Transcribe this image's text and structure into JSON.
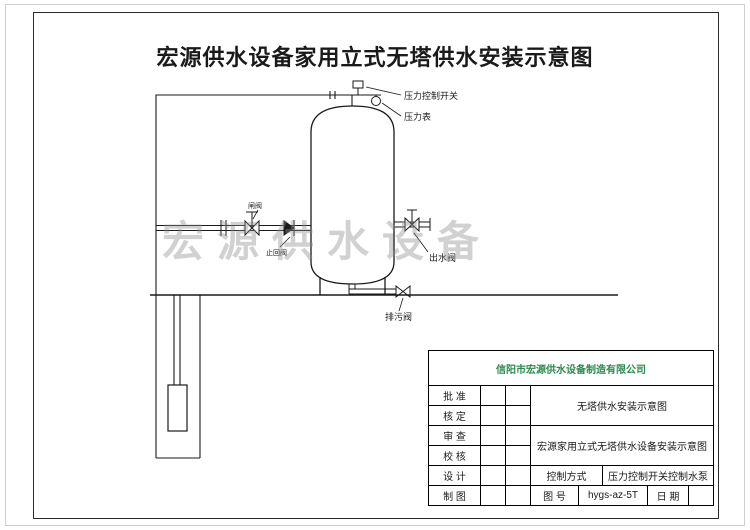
{
  "title": "宏源供水设备家用立式无塔供水安装示意图",
  "watermark": "宏源供水设备",
  "diagram_labels": {
    "pressure_switch": "压力控制开关",
    "pressure_gauge": "压力表",
    "outlet_valve": "出水阀",
    "drain_valve": "排污阀",
    "gate_valve": "闸阀",
    "check_valve": "止回阀"
  },
  "title_block": {
    "company": "信阳市宏源供水设备制造有限公司",
    "row_labels": [
      "批 准",
      "核 定",
      "审 查",
      "校 核",
      "设 计",
      "制 图"
    ],
    "doc_title_small": "无塔供水安装示意图",
    "doc_title_full": "宏源家用立式无塔供水设备安装示意图",
    "control_mode_label": "控制方式",
    "control_mode_value": "压力控制开关控制水泵",
    "drawing_no_label": "图 号",
    "drawing_no_value": "hygs-az-5T",
    "date_label": "日 期"
  },
  "colors": {
    "company_text": "#2e8b4f",
    "watermark": "#8c8c8c",
    "line": "#1a1a1a"
  }
}
